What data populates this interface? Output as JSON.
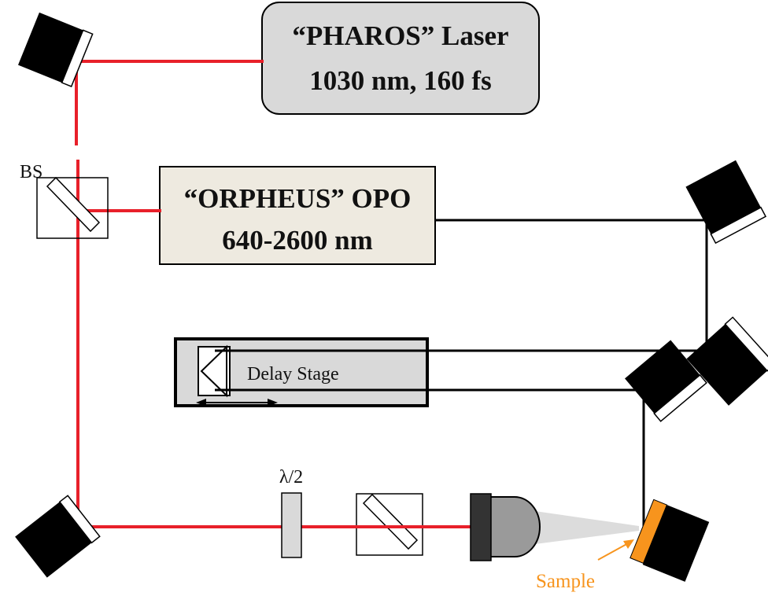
{
  "laser": {
    "line1": "“PHAROS” Laser",
    "line2": "1030 nm, 160 fs"
  },
  "opo": {
    "line1": "“ORPHEUS” OPO",
    "line2": "640-2600 nm"
  },
  "beam_splitter_label": "BS",
  "delay_stage_label": "Delay Stage",
  "waveplate_label": "λ/2",
  "sample_label": "Sample",
  "colors": {
    "pump_beam": "#e8202a",
    "probe_beam": "#000000",
    "laser_box": "#d9d9d9",
    "opo_box": "#eeeae0",
    "delay_stage_box": "#d9d9d9",
    "sample": "#f7941d",
    "mirror": "#000000",
    "mirror_face": "#ffffff"
  }
}
